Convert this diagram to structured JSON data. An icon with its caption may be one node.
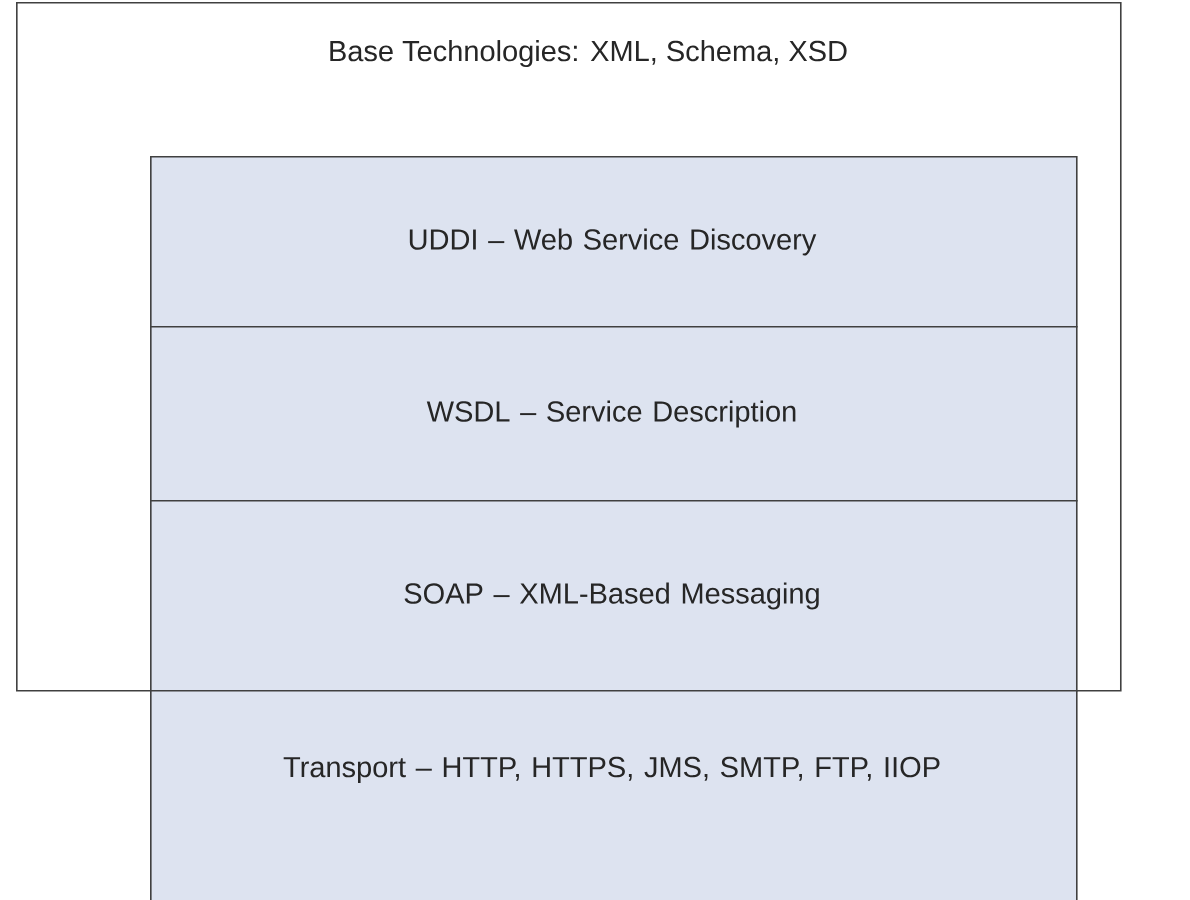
{
  "diagram": {
    "nodes": [
      {
        "text": [
          "Base Technologies:  XML, Schema, XSD"
        ]
      },
      {
        "text": [
          "UDDI – Web Service Discovery"
        ],
        "in": 0
      },
      {
        "text": [
          "WSDL – Service Description"
        ],
        "in": 0
      },
      {
        "text": [
          "SOAP – XML-Based Messaging"
        ],
        "in": 0
      },
      {
        "text": [
          "Transport – HTTP, HTTPS, JMS, SMTP, FTP, IIOP"
        ]
      }
    ]
  }
}
